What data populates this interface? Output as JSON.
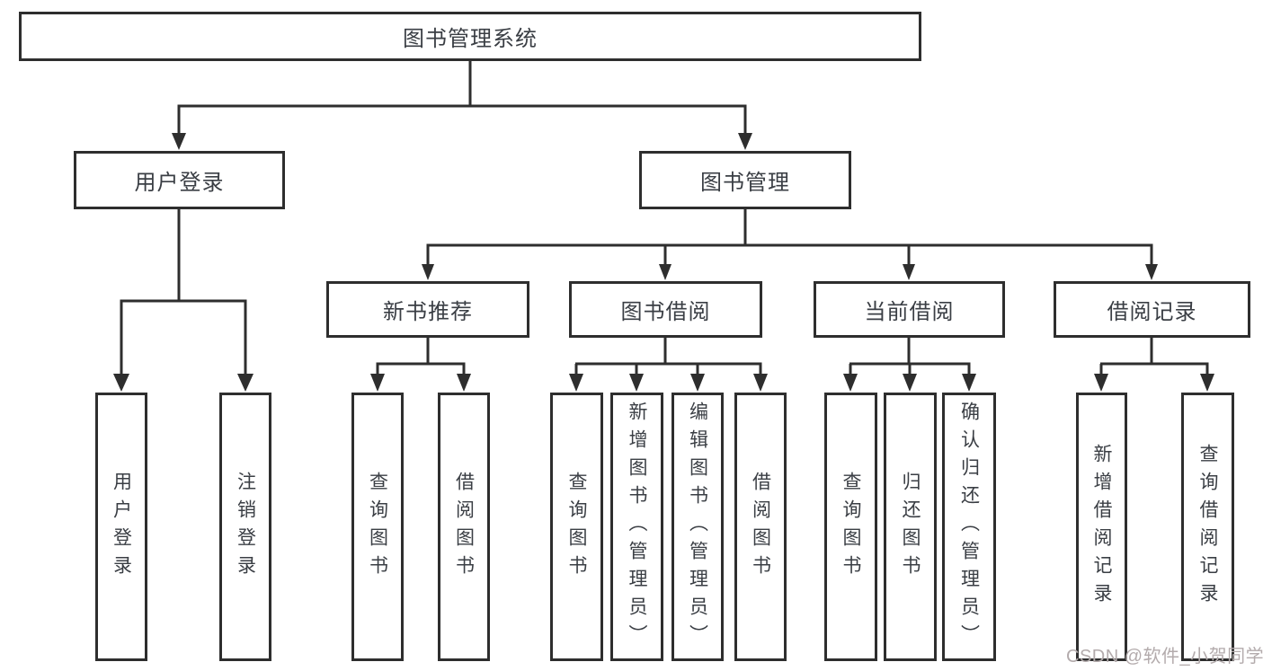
{
  "diagram": {
    "tree": {
      "root": {
        "label": "图书管理系统",
        "children": [
          {
            "label": "用户登录",
            "children": [
              {
                "label": "用户登录"
              },
              {
                "label": "注销登录"
              }
            ]
          },
          {
            "label": "图书管理",
            "children": [
              {
                "label": "新书推荐",
                "children": [
                  {
                    "label": "查询图书"
                  },
                  {
                    "label": "借阅图书"
                  }
                ]
              },
              {
                "label": "图书借阅",
                "children": [
                  {
                    "label": "查询图书"
                  },
                  {
                    "label": "新增图书（管理员）"
                  },
                  {
                    "label": "编辑图书（管理员）"
                  },
                  {
                    "label": "借阅图书"
                  }
                ]
              },
              {
                "label": "当前借阅",
                "children": [
                  {
                    "label": "查询图书"
                  },
                  {
                    "label": "归还图书"
                  },
                  {
                    "label": "确认归还（管理员）"
                  }
                ]
              },
              {
                "label": "借阅记录",
                "children": [
                  {
                    "label": "新增借阅记录"
                  },
                  {
                    "label": "查询借阅记录"
                  }
                ]
              }
            ]
          }
        ]
      }
    },
    "colors": {
      "line": "#2e2e2e",
      "text": "#3a3e44",
      "watermark": "#b3abac",
      "background": "#ffffff"
    }
  },
  "watermark": {
    "text": "CSDN @软件_小贺同学"
  }
}
